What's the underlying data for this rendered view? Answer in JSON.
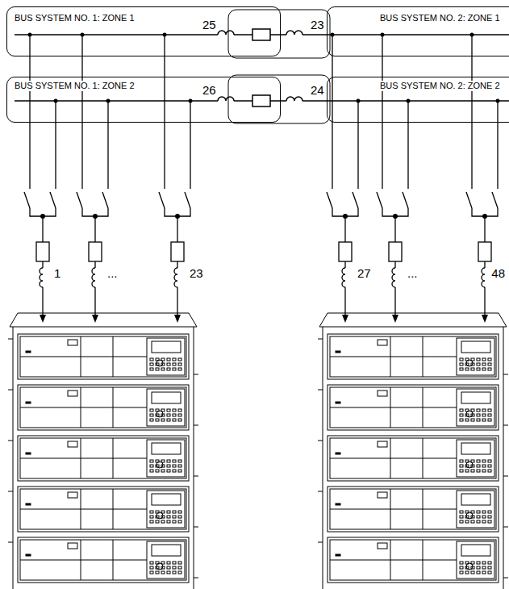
{
  "diagram": {
    "nodes": [
      {
        "text": [
          "BUS SYSTEM NO. 1: ZONE 1"
        ]
      },
      {
        "text": [
          "BUS SYSTEM NO. 2: ZONE 1"
        ]
      },
      {
        "text": [
          "BUS SYSTEM NO. 1: ZONE 2"
        ]
      },
      {
        "text": [
          "BUS SYSTEM NO. 2: ZONE 2"
        ]
      }
    ],
    "labels": [
      "25",
      "23",
      "26",
      "24",
      "1",
      "...",
      "23",
      "27",
      "...",
      "48"
    ]
  }
}
